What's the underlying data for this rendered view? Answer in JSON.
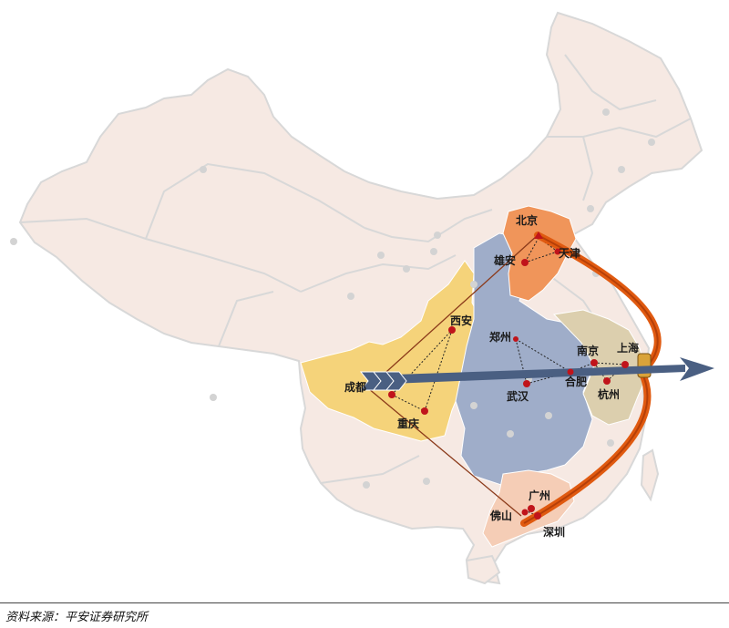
{
  "cities": {
    "beijing": "北京",
    "tianjin": "天津",
    "xiongan": "雄安",
    "xian": "西安",
    "zhengzhou": "郑州",
    "nanjing": "南京",
    "shanghai": "上海",
    "hefei": "合肥",
    "hangzhou": "杭州",
    "wuhan": "武汉",
    "chengdu": "成都",
    "chongqing": "重庆",
    "guangzhou": "广州",
    "foshan": "佛山",
    "shenzhen": "深圳"
  },
  "regions": {
    "jingjinji": {
      "color": "#f0955a"
    },
    "central": {
      "color": "#9fadc9"
    },
    "southwest": {
      "color": "#f5d37a"
    },
    "yangtze_delta": {
      "color": "#dccfae"
    },
    "greater_bay": {
      "color": "#f5cdb6"
    }
  },
  "colors": {
    "land": "#f6e9e3",
    "borders": "#d8d8d8",
    "city_dot": "#c0141b",
    "bow": "#e05a10",
    "arrow": "#4a5f82",
    "connector": "#8b3a1a"
  },
  "icons": {
    "arrow": "bow-and-arrow-icon"
  },
  "source": "资料来源：平安证券研究所"
}
